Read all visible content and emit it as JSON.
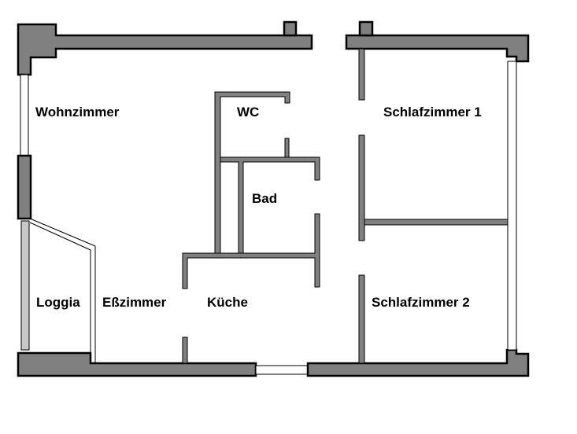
{
  "title": "Grundriss",
  "rooms": {
    "wohnzimmer": "Wohnzimmer",
    "wc": "WC",
    "bad": "Bad",
    "schlafzimmer1": "Schlafzimmer 1",
    "loggia": "Loggia",
    "esszimmer": "Eßzimmer",
    "kueche": "Küche",
    "schlafzimmer2": "Schlafzimmer 2"
  },
  "colors": {
    "wall": "#808080",
    "outline": "#000000",
    "rail": "#c8c8c8"
  }
}
